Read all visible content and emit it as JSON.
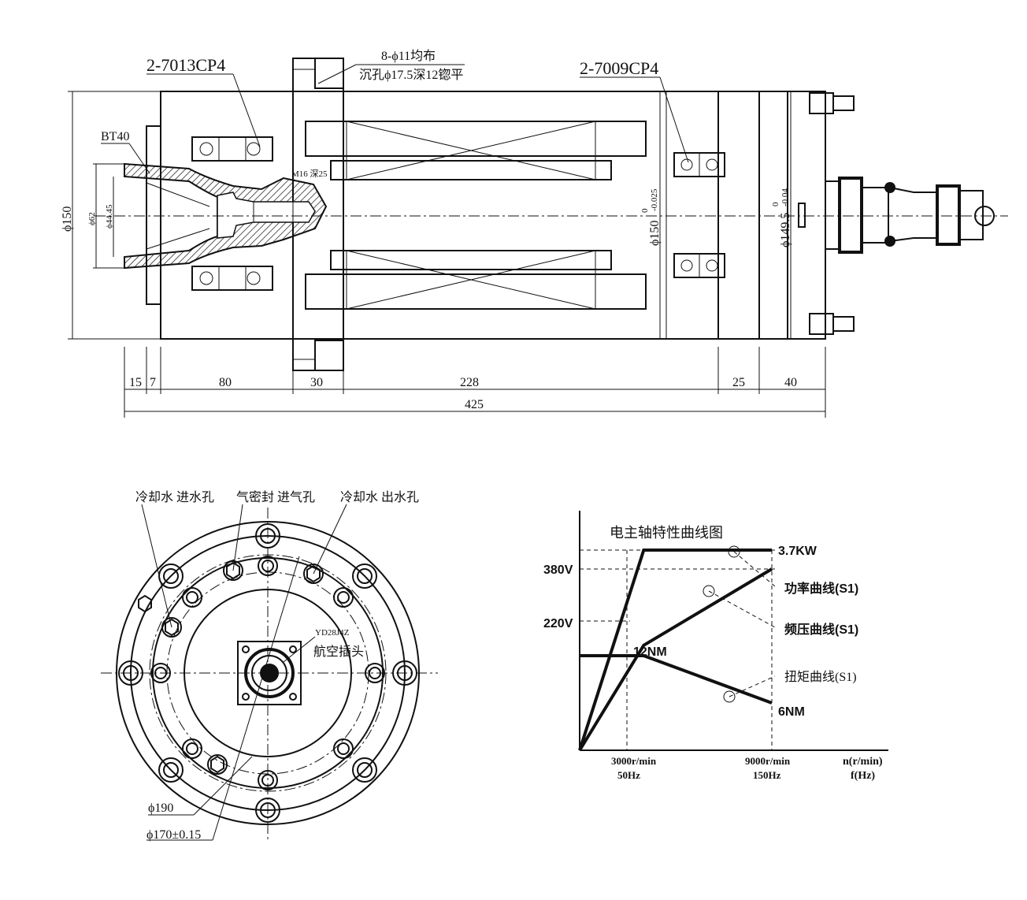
{
  "side_view": {
    "bearing_front": "2-7013CP4",
    "bearing_rear": "2-7009CP4",
    "holes_note_1": "8-ϕ11均布",
    "holes_note_2": "沉孔ϕ17.5深12锪平",
    "taper": "BT40",
    "thread": "M16 深25",
    "dia_outer": "ϕ150",
    "dia_62": "ϕ62",
    "dia_44": "ϕ44.45",
    "dia_body": "ϕ150",
    "dia_body_tol_up": "0",
    "dia_body_tol_low": "-0.025",
    "dia_rear": "ϕ149.5",
    "dia_rear_tol_up": "0",
    "dia_rear_tol_low": "-0.04",
    "dims": [
      "15",
      "7",
      "80",
      "30",
      "228",
      "25",
      "40"
    ],
    "total_length": "425"
  },
  "front_view": {
    "cooling_in": "冷却水 进水孔",
    "air_seal": "气密封 进气孔",
    "cooling_out": "冷却水 出水孔",
    "connector_model": "YD28J4Z",
    "connector_name": "航空插头",
    "dia_190": "ϕ190",
    "dia_170": "ϕ170±0.15"
  },
  "chart_data": {
    "type": "line",
    "title": "电主轴特性曲线图",
    "xlabel": "n(r/min)",
    "xlabel2": "f(Hz)",
    "x_ticks": [
      {
        "speed": "3000r/min",
        "freq": "50Hz"
      },
      {
        "speed": "9000r/min",
        "freq": "150Hz"
      }
    ],
    "y_ticks": [
      "380V",
      "220V"
    ],
    "series": [
      {
        "name": "功率曲线(S1)",
        "end_label": "3.7KW",
        "points": [
          [
            0,
            0
          ],
          [
            3000,
            3.7
          ],
          [
            9000,
            3.7
          ]
        ]
      },
      {
        "name": "频压曲线(S1)",
        "points": [
          [
            0,
            0
          ],
          [
            3000,
            220
          ],
          [
            9000,
            380
          ]
        ]
      },
      {
        "name": "扭矩曲线(S1)",
        "start_label": "12NM",
        "end_label": "6NM",
        "points": [
          [
            0,
            12
          ],
          [
            3000,
            12
          ],
          [
            9000,
            6
          ]
        ]
      }
    ]
  }
}
